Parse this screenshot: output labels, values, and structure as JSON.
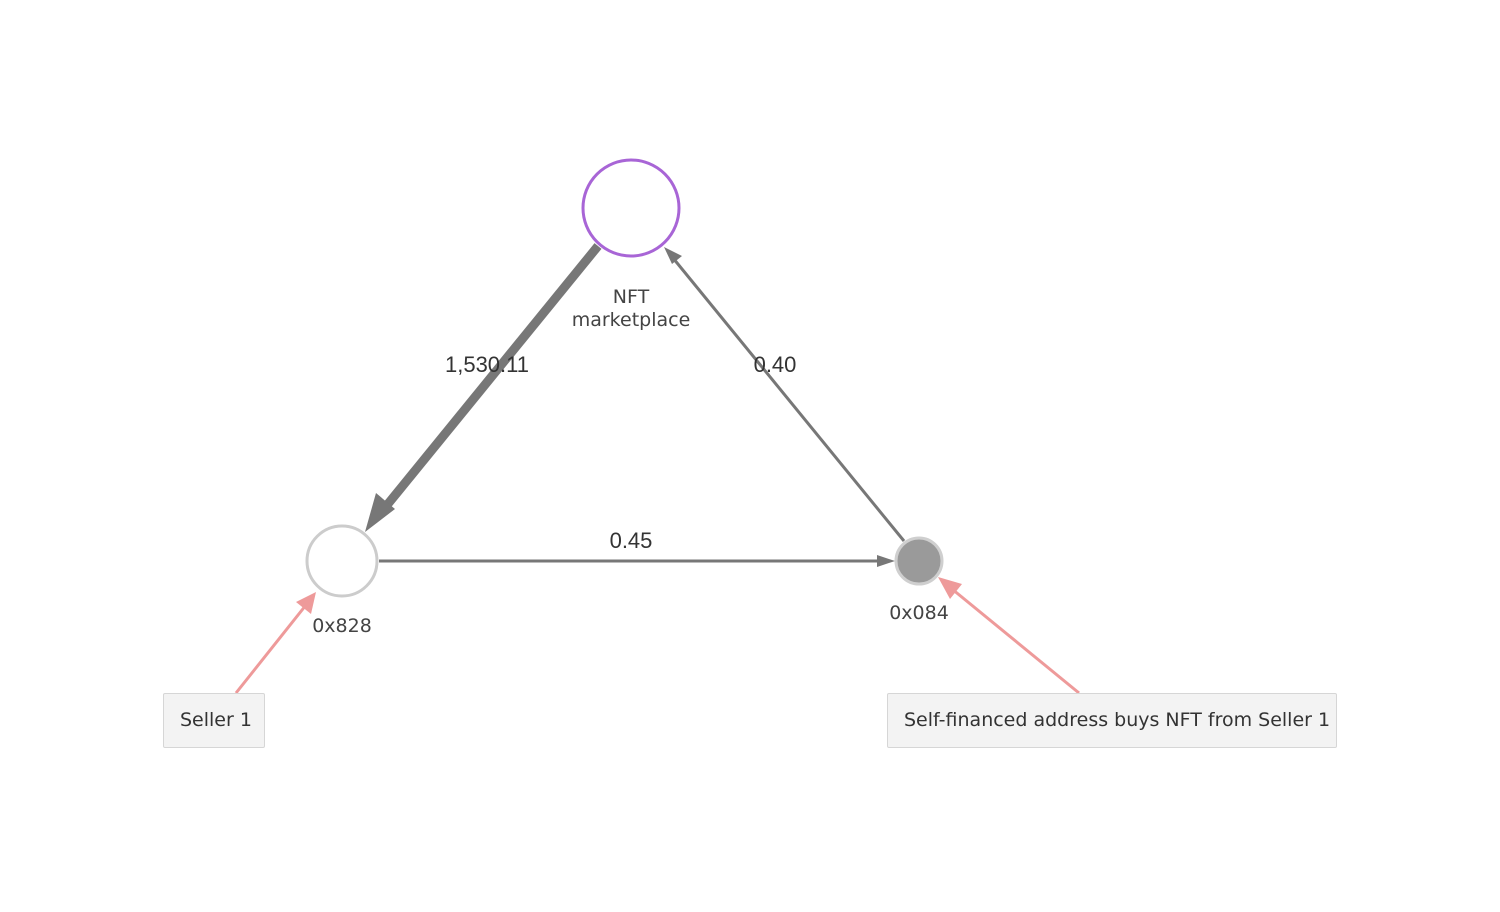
{
  "nodes": {
    "marketplace": {
      "label_line1": "NFT",
      "label_line2": "marketplace",
      "stroke_color": "#a865d6"
    },
    "addr_828": {
      "label": "0x828",
      "stroke_color": "#cccccc"
    },
    "addr_084": {
      "label": "0x084",
      "fill_color": "#9a9a9a"
    }
  },
  "edges": {
    "marketplace_to_828": {
      "label": "1,530.11"
    },
    "addr_084_to_marketplace": {
      "label": "0.40"
    },
    "addr_828_to_084": {
      "label": "0.45"
    }
  },
  "annotations": {
    "seller": {
      "text": "Seller 1"
    },
    "self_financed": {
      "text": "Self-financed address buys NFT from Seller 1"
    }
  },
  "colors": {
    "edge": "#777777",
    "annotation_arrow": "#ee9a9a"
  }
}
